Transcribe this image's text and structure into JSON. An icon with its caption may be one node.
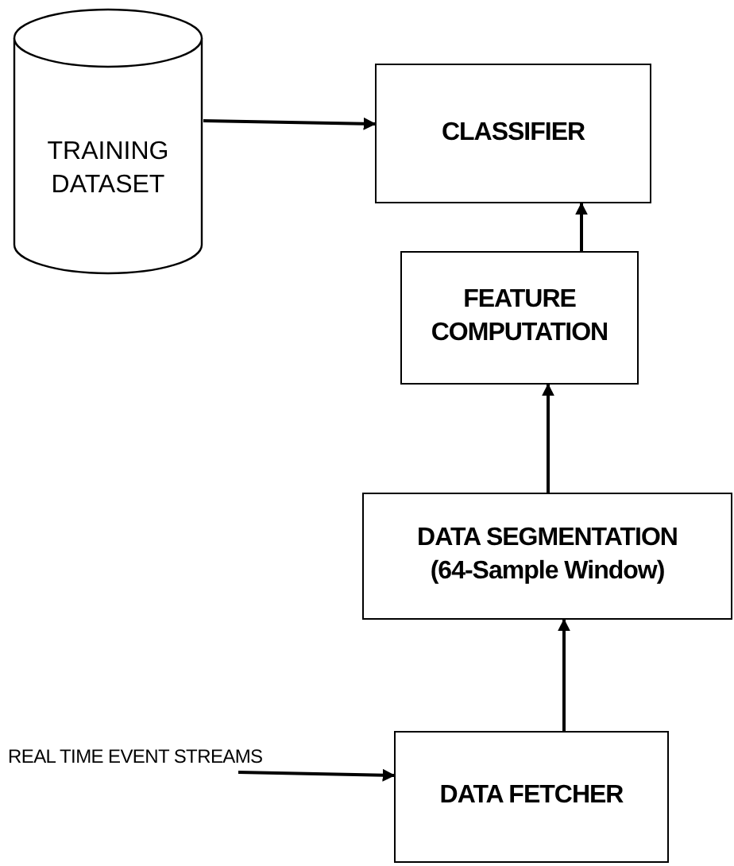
{
  "diagram": {
    "nodes": [
      {
        "text": [
          "TRAINING DATASET"
        ]
      },
      {
        "text": [
          "CLASSIFIER"
        ]
      },
      {
        "text": [
          "FEATURE COMPUTATION"
        ]
      },
      {
        "text": [
          "DATA SEGMENTATION (64-Sample Window)"
        ]
      },
      {
        "text": [
          "DATA FETCHER"
        ]
      }
    ],
    "edges": [
      {
        "from": 0,
        "to": 1,
        "arrow": "to"
      },
      {
        "from": 2,
        "to": 1,
        "arrow": "to"
      },
      {
        "from": 3,
        "to": 2,
        "arrow": "to"
      },
      {
        "from": 4,
        "to": 3,
        "arrow": "to"
      },
      {
        "from": null,
        "to": 4,
        "arrow": "to",
        "label": "REAL TIME EVENT STREAMS"
      }
    ]
  }
}
